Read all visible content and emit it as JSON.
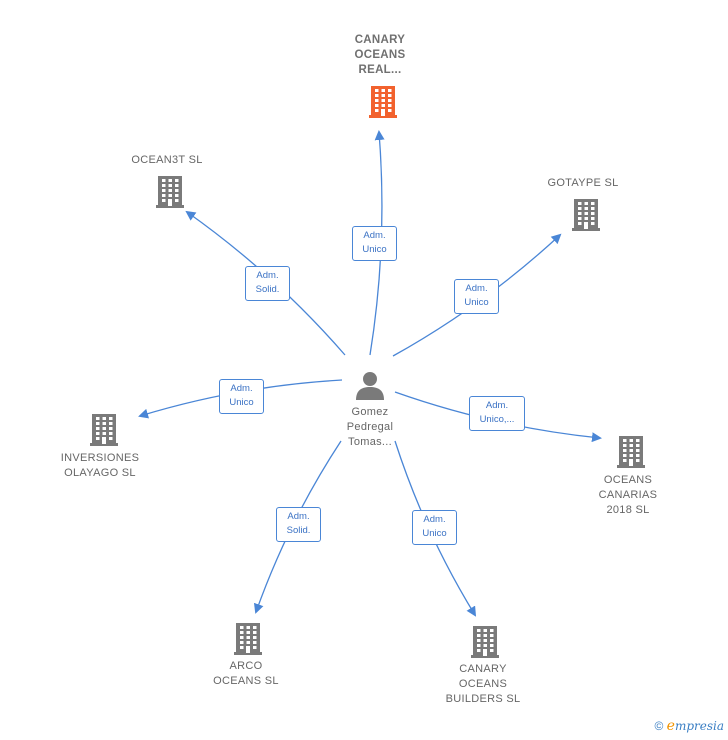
{
  "center": {
    "label": "Gomez\nPedregal\nTomas..."
  },
  "nodes": [
    {
      "id": "canary-oceans-real",
      "label": "CANARY\nOCEANS\nREAL...",
      "highlight": true
    },
    {
      "id": "ocean3t",
      "label": "OCEAN3T  SL"
    },
    {
      "id": "gotaype",
      "label": "GOTAYPE SL"
    },
    {
      "id": "inversiones-olayago",
      "label": "INVERSIONES\nOLAYAGO  SL"
    },
    {
      "id": "oceans-canarias",
      "label": "OCEANS\nCANARIAS\n2018  SL"
    },
    {
      "id": "arco-oceans",
      "label": "ARCO\nOCEANS  SL"
    },
    {
      "id": "canary-oceans-builders",
      "label": "CANARY\nOCEANS\nBUILDERS  SL"
    }
  ],
  "edges": [
    {
      "target": "canary-oceans-real",
      "label": "Adm.\nUnico"
    },
    {
      "target": "ocean3t",
      "label": "Adm.\nSolid."
    },
    {
      "target": "gotaype",
      "label": "Adm.\nUnico"
    },
    {
      "target": "inversiones-olayago",
      "label": "Adm.\nUnico"
    },
    {
      "target": "oceans-canarias",
      "label": "Adm.\nUnico,..."
    },
    {
      "target": "arco-oceans",
      "label": "Adm.\nSolid."
    },
    {
      "target": "canary-oceans-builders",
      "label": "Adm.\nUnico"
    }
  ],
  "colors": {
    "edge": "#4a86d6",
    "building": "#7a7a7a",
    "highlight": "#f2622e",
    "person": "#7a7a7a"
  },
  "footer": {
    "copyright": "©",
    "brand_initial": "e",
    "brand_rest": "mpresia"
  }
}
